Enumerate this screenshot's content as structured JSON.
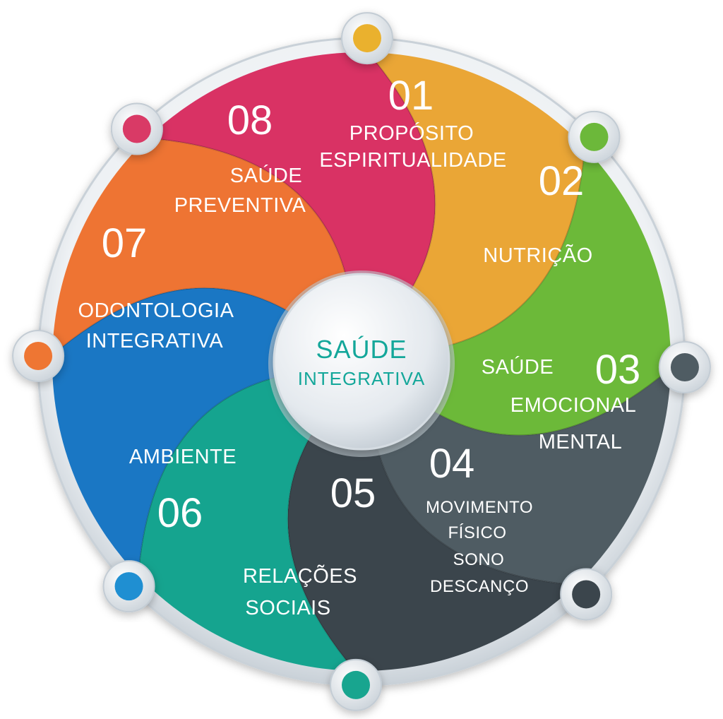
{
  "center": {
    "title": "SAÚDE",
    "subtitle": "INTEGRATIVA"
  },
  "segments": [
    {
      "number": "01",
      "lines": [
        "PROPÓSITO",
        "ESPIRITUALIDADE"
      ],
      "color": "#d93264",
      "dot": "#d93a66"
    },
    {
      "number": "02",
      "lines": [
        "NUTRIÇÃO"
      ],
      "color": "#eaa636",
      "dot": "#eab12e"
    },
    {
      "number": "03",
      "lines": [
        "SAÚDE",
        "EMOCIONAL",
        "MENTAL"
      ],
      "color": "#6cb939",
      "dot": "#6cb83a"
    },
    {
      "number": "04",
      "lines": [
        "MOVIMENTO",
        "FÍSICO",
        "SONO",
        "DESCANÇO"
      ],
      "color": "#4f5c63",
      "dot": "#4f5c63"
    },
    {
      "number": "05",
      "lines": [
        "RELAÇÕES",
        "SOCIAIS"
      ],
      "color": "#3b454c",
      "dot": "#3b454c"
    },
    {
      "number": "06",
      "lines": [
        "AMBIENTE"
      ],
      "color": "#15a48f",
      "dot": "#18a58f"
    },
    {
      "number": "07",
      "lines": [
        "ODONTOLOGIA",
        "INTEGRATIVA"
      ],
      "color": "#1a77c4",
      "dot": "#1f8fd2"
    },
    {
      "number": "08",
      "lines": [
        "SAÚDE",
        "PREVENTIVA"
      ],
      "color": "#ee7433",
      "dot": "#ee7633"
    }
  ]
}
